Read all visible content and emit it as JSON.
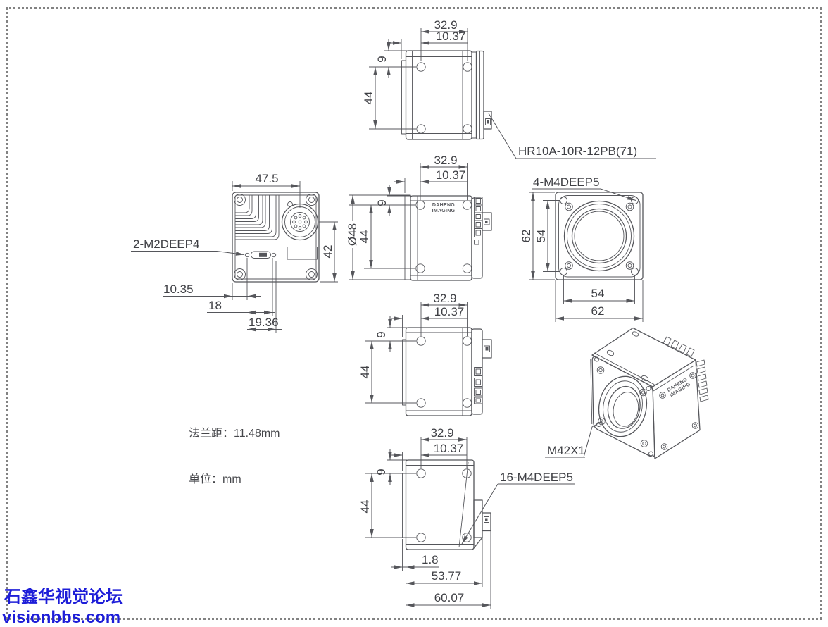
{
  "page": {
    "background": "#ffffff",
    "line_color": "#55565b",
    "text_color": "#3f4045",
    "border_color": "#828282"
  },
  "watermark": {
    "line1": "石鑫华视觉论坛",
    "line2": "visionbbs.com",
    "color": "#1d1dd8"
  },
  "notes": {
    "flange": "法兰距：11.48mm",
    "unit": "单位：mm"
  },
  "labels": {
    "connector": "HR10A-10R-12PB(71)",
    "back_threads": "2-M2DEEP4",
    "front_threads": "4-M4DEEP5",
    "side_threads": "16-M4DEEP5",
    "lens_mount": "M42X1",
    "logo_line1": "DAHENG",
    "logo_line2": "IMAGING"
  },
  "views": {
    "top": {
      "dims": {
        "w1": "32.9",
        "w2": "10.37",
        "h1": "9",
        "h2": "44"
      }
    },
    "back": {
      "dims": {
        "width": "47.5",
        "height": "42",
        "b1": "10.35",
        "b2": "18",
        "b3": "19.36"
      }
    },
    "side": {
      "dims": {
        "w1": "32.9",
        "w2": "10.37",
        "h1": "9",
        "h2": "44",
        "dia": "Ø48"
      }
    },
    "front": {
      "dims": {
        "left_outer": "62",
        "left_inner": "54",
        "bottom_inner": "54",
        "bottom_outer": "62"
      }
    },
    "side2": {
      "dims": {
        "w1": "32.9",
        "w2": "10.37",
        "h1": "9",
        "h2": "44"
      }
    },
    "bottom": {
      "dims": {
        "w1": "32.9",
        "w2": "10.37",
        "h1": "9",
        "h2": "44",
        "b1": "1.8",
        "b2": "53.77",
        "b3": "60.07"
      }
    }
  }
}
